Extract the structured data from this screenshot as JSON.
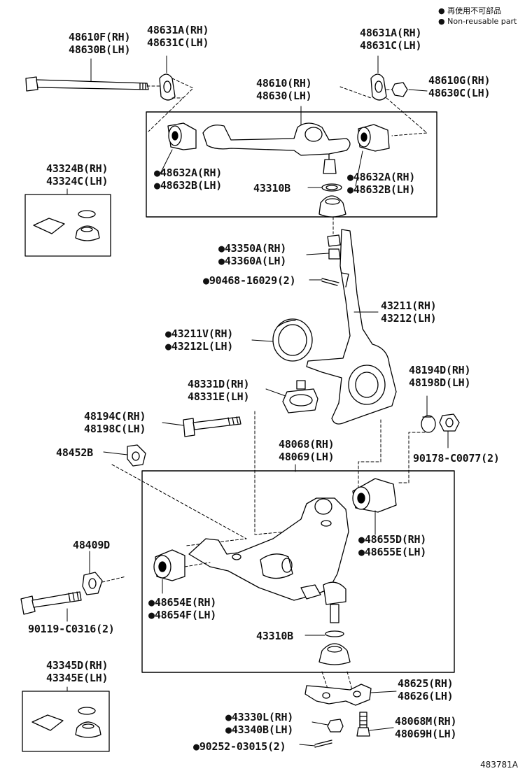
{
  "legend": {
    "symbol": "●",
    "line1": "再使用不可部品",
    "line2": "Non-reusable part"
  },
  "figure_id": "483781A",
  "labels": {
    "l_48610F": [
      "48610F(RH)",
      "48630B(LH)"
    ],
    "l_48631A_l": [
      "48631A(RH)",
      "48631C(LH)"
    ],
    "l_48631A_r": [
      "48631A(RH)",
      "48631C(LH)"
    ],
    "l_48610G": [
      "48610G(RH)",
      "48630C(LH)"
    ],
    "l_48610": [
      "48610(RH)",
      "48630(LH)"
    ],
    "l_48632A_l": [
      "●48632A(RH)",
      "●48632B(LH)"
    ],
    "l_43310B_u": [
      "43310B"
    ],
    "l_48632A_r": [
      "●48632A(RH)",
      "●48632B(LH)"
    ],
    "l_43324B": [
      "43324B(RH)",
      "43324C(LH)"
    ],
    "l_43350A": [
      "●43350A(RH)",
      "●43360A(LH)"
    ],
    "l_90468": [
      "●90468-16029(2)"
    ],
    "l_43211": [
      "43211(RH)",
      "43212(LH)"
    ],
    "l_43211V": [
      "●43211V(RH)",
      "●43212L(LH)"
    ],
    "l_48331D": [
      "48331D(RH)",
      "48331E(LH)"
    ],
    "l_48194D": [
      "48194D(RH)",
      "48198D(LH)"
    ],
    "l_48194C": [
      "48194C(RH)",
      "48198C(LH)"
    ],
    "l_48452B": [
      "48452B"
    ],
    "l_48068": [
      "48068(RH)",
      "48069(LH)"
    ],
    "l_90178": [
      "90178-C0077(2)"
    ],
    "l_48409D": [
      "48409D"
    ],
    "l_48655D": [
      "●48655D(RH)",
      "●48655E(LH)"
    ],
    "l_48654E": [
      "●48654E(RH)",
      "●48654F(LH)"
    ],
    "l_90119": [
      "90119-C0316(2)"
    ],
    "l_43310B_l": [
      "43310B"
    ],
    "l_43345D": [
      "43345D(RH)",
      "43345E(LH)"
    ],
    "l_48625": [
      "48625(RH)",
      "48626(LH)"
    ],
    "l_43330L": [
      "●43330L(RH)",
      "●43340B(LH)"
    ],
    "l_48068M": [
      "48068M(RH)",
      "48069H(LH)"
    ],
    "l_90252": [
      "●90252-03015(2)"
    ]
  }
}
